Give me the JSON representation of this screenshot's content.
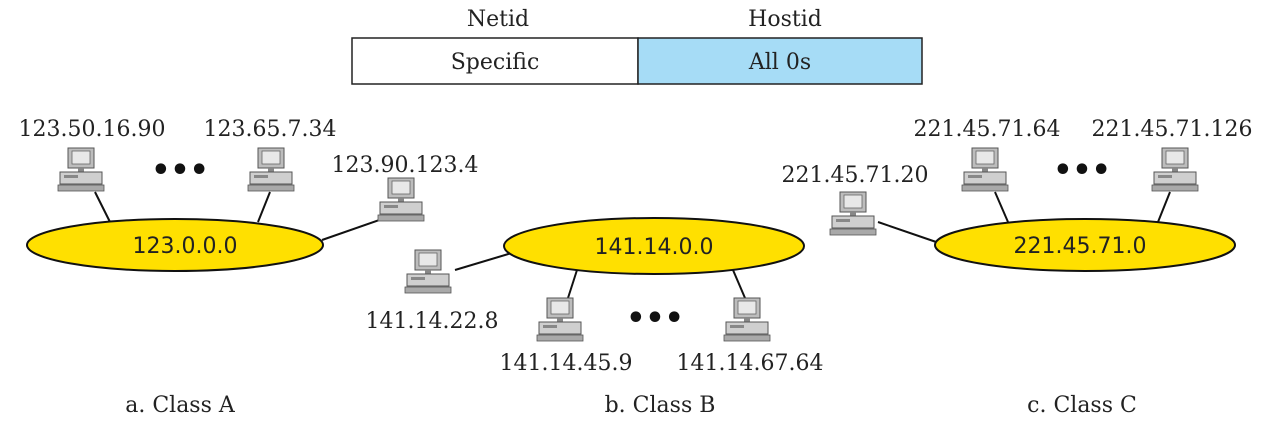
{
  "header": {
    "netid_label": "Netid",
    "hostid_label": "Hostid",
    "netid_value": "Specific",
    "hostid_value": "All 0s"
  },
  "colors": {
    "network_fill": "#ffe000",
    "hostid_fill": "#a6dcf6"
  },
  "class_a": {
    "network": "123.0.0.0",
    "hosts": [
      "123.50.16.90",
      "123.65.7.34",
      "123.90.123.4"
    ],
    "ellipsis": "•••",
    "caption": "a. Class A"
  },
  "class_b": {
    "network": "141.14.0.0",
    "hosts": [
      "141.14.22.8",
      "141.14.45.9",
      "141.14.67.64"
    ],
    "ellipsis": "•••",
    "caption": "b. Class B"
  },
  "class_c": {
    "network": "221.45.71.0",
    "hosts": [
      "221.45.71.20",
      "221.45.71.64",
      "221.45.71.126"
    ],
    "ellipsis": "•••",
    "caption": "c. Class C"
  }
}
